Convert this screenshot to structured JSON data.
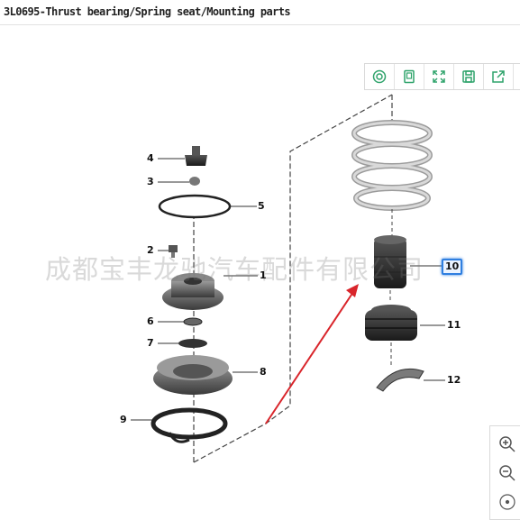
{
  "header": {
    "title": "3L0695-Thrust bearing/Spring seat/Mounting parts"
  },
  "toolbar": {
    "buttons": [
      {
        "name": "locate-icon"
      },
      {
        "name": "document-icon"
      },
      {
        "name": "fullscreen-icon"
      },
      {
        "name": "save-icon"
      },
      {
        "name": "share-icon"
      }
    ],
    "accent": "#2fa36b"
  },
  "zoom": {
    "buttons": [
      "zoom-in-icon",
      "zoom-out-icon",
      "reset-zoom-icon"
    ]
  },
  "watermark": {
    "text": "成都宝丰龙驰汽车配件有限公司"
  },
  "callouts": {
    "c1": "1",
    "c2": "2",
    "c3": "3",
    "c4": "4",
    "c5": "5",
    "c6": "6",
    "c7": "7",
    "c8": "8",
    "c9": "9",
    "c10": "10",
    "c11": "11",
    "c12": "12"
  },
  "selected_callout": "10",
  "colors": {
    "selection": "#2f7fe0",
    "arrow": "#d9252b"
  }
}
